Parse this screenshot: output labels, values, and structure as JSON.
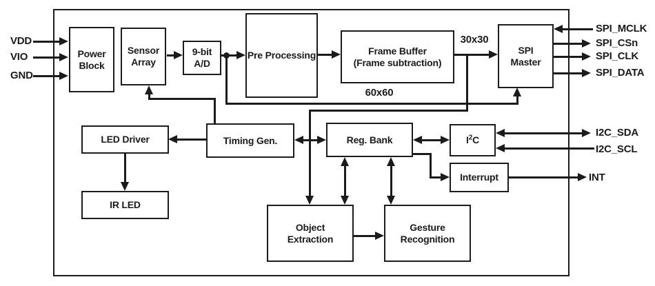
{
  "pins": {
    "left": [
      {
        "label": "VDD"
      },
      {
        "label": "VIO"
      },
      {
        "label": "GND"
      }
    ],
    "right": [
      {
        "label": "SPI_MCLK"
      },
      {
        "label": "SPI_CSn"
      },
      {
        "label": "SPI_CLK"
      },
      {
        "label": "SPI_DATA"
      },
      {
        "label": "I2C_SDA"
      },
      {
        "label": "I2C_SCL"
      },
      {
        "label": "INT"
      }
    ]
  },
  "blocks": {
    "power": {
      "lines": [
        "Power",
        "Block"
      ]
    },
    "sensor": {
      "lines": [
        "Sensor",
        "Array"
      ]
    },
    "adc": {
      "lines": [
        "9-bit",
        "A/D"
      ]
    },
    "preproc": {
      "lines": [
        "Pre Processing"
      ]
    },
    "framebuf": {
      "lines": [
        "Frame Buffer",
        "(Frame subtraction)"
      ]
    },
    "spi": {
      "lines": [
        "SPI",
        "Master"
      ]
    },
    "led_driver": {
      "lines": [
        "LED Driver"
      ]
    },
    "ir_led": {
      "lines": [
        "IR LED"
      ]
    },
    "timing": {
      "lines": [
        "Timing Gen."
      ]
    },
    "regbank": {
      "lines": [
        "Reg. Bank"
      ]
    },
    "i2c": {
      "pre": "I",
      "sup": "2",
      "post": "C"
    },
    "interrupt": {
      "lines": [
        "Interrupt"
      ]
    },
    "objext": {
      "lines": [
        "Object",
        "Extraction"
      ]
    },
    "gesture": {
      "lines": [
        "Gesture",
        "Recognition"
      ]
    }
  },
  "wire_labels": {
    "bus_30": "30x30",
    "bus_60": "60x60"
  },
  "colors": {
    "ink": "#1b1b1b",
    "background": "#ffffff"
  }
}
